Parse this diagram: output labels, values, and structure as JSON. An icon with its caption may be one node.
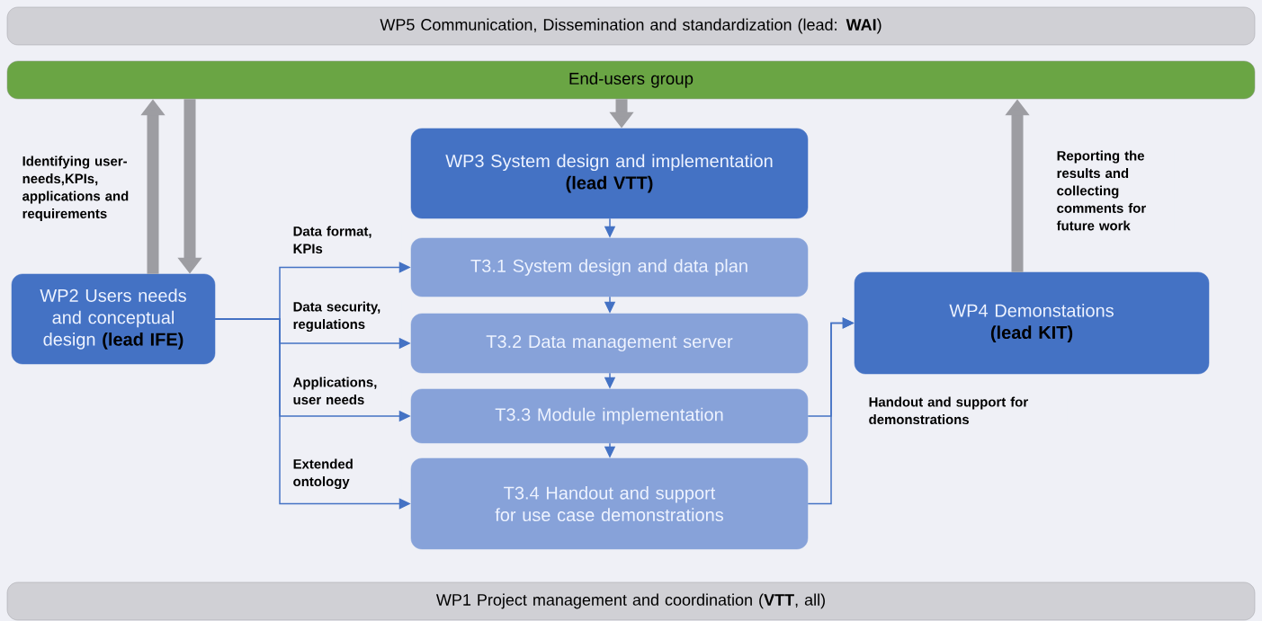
{
  "diagram": {
    "nodes": [
      {
        "text": [
          "WP5 Communication, Dissemination and standardization (lead: **WAI**)"
        ]
      },
      {
        "text": [
          "End-users group"
        ]
      },
      {
        "text": [
          "WP2 Users needs and conceptual design",
          "(lead IFE)"
        ]
      },
      {
        "text": [
          "WP3 System design and implementation",
          "(lead VTT)"
        ]
      },
      {
        "text": [
          "T3.1 System design and data plan"
        ]
      },
      {
        "text": [
          "T3.2 Data management server"
        ]
      },
      {
        "text": [
          "T3.3 Module implementation"
        ]
      },
      {
        "text": [
          "T3.4 Handout and support for use case demonstrations"
        ]
      },
      {
        "text": [
          "WP4 Demonstations",
          "(lead KIT)"
        ]
      },
      {
        "text": [
          "WP1 Project management and coordination (**VTT**, all)"
        ]
      }
    ],
    "edges": [
      {
        "from": 2,
        "to": 1,
        "arrow": "to",
        "style": "thick",
        "color": "#9d9da2",
        "label": "Identifying user-needs,KPIs, applications and requirements"
      },
      {
        "from": 1,
        "to": 2,
        "arrow": "to",
        "style": "thick",
        "color": "#9d9da2"
      },
      {
        "from": 1,
        "to": 3,
        "arrow": "to",
        "style": "thick",
        "color": "#9d9da2"
      },
      {
        "from": 8,
        "to": 1,
        "arrow": "to",
        "style": "thick",
        "color": "#9d9da2",
        "label": "Reporting the results and collecting comments for future work"
      },
      {
        "from": 3,
        "to": 4,
        "arrow": "to"
      },
      {
        "from": 4,
        "to": 5,
        "arrow": "to"
      },
      {
        "from": 5,
        "to": 6,
        "arrow": "to"
      },
      {
        "from": 6,
        "to": 7,
        "arrow": "to"
      },
      {
        "from": 2,
        "to": 4,
        "arrow": "to",
        "label": "Data format, KPIs"
      },
      {
        "from": 2,
        "to": 5,
        "arrow": "to",
        "label": "Data security, regulations"
      },
      {
        "from": 2,
        "to": 6,
        "arrow": "to",
        "label": "Applications, user needs"
      },
      {
        "from": 2,
        "to": 7,
        "arrow": "to",
        "label": "Extended ontology"
      },
      {
        "from": 6,
        "to": 8,
        "arrow": "to",
        "label": "Handout and support for demonstrations"
      },
      {
        "from": 7,
        "to": 8,
        "arrow": "to"
      }
    ]
  }
}
